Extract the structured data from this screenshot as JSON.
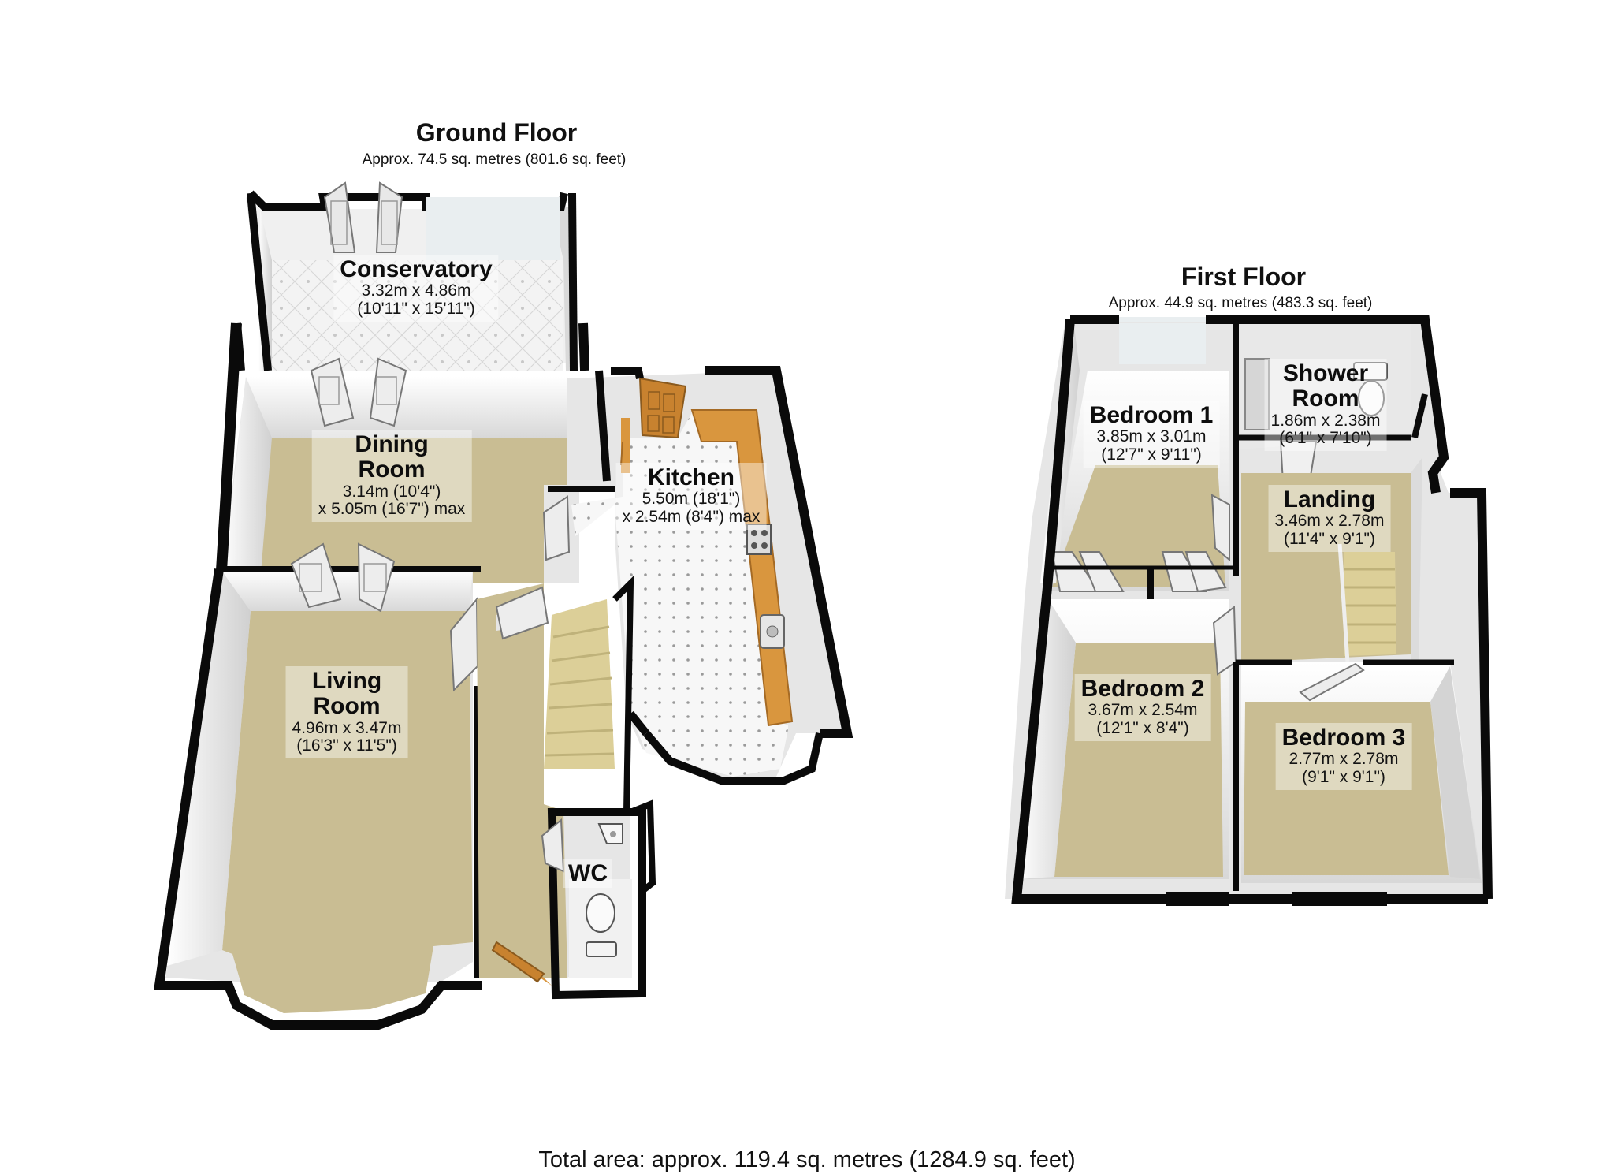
{
  "floors": {
    "ground": {
      "title": "Ground Floor",
      "area": "Approx. 74.5 sq. metres (801.6 sq. feet)"
    },
    "first": {
      "title": "First Floor",
      "area": "Approx. 44.9 sq. metres (483.3 sq. feet)"
    }
  },
  "rooms": {
    "conservatory": {
      "name": "Conservatory",
      "dim1": "3.32m x 4.86m",
      "dim2": "(10'11\" x 15'11\")"
    },
    "dining": {
      "name1": "Dining",
      "name2": "Room",
      "dim1": "3.14m (10'4\")",
      "dim2": "x 5.05m (16'7\") max"
    },
    "kitchen": {
      "name": "Kitchen",
      "dim1": "5.50m (18'1\")",
      "dim2": "x 2.54m (8'4\") max"
    },
    "living": {
      "name1": "Living",
      "name2": "Room",
      "dim1": "4.96m x 3.47m",
      "dim2": "(16'3\" x 11'5\")"
    },
    "wc": {
      "name": "WC"
    },
    "bedroom1": {
      "name": "Bedroom 1",
      "dim1": "3.85m x 3.01m",
      "dim2": "(12'7\" x 9'11\")"
    },
    "shower": {
      "name1": "Shower",
      "name2": "Room",
      "dim1": "1.86m x 2.38m",
      "dim2": "(6'1\" x 7'10\")"
    },
    "landing": {
      "name": "Landing",
      "dim1": "3.46m x 2.78m",
      "dim2": "(11'4\" x 9'1\")"
    },
    "bedroom2": {
      "name": "Bedroom 2",
      "dim1": "3.67m x 2.54m",
      "dim2": "(12'1\" x 8'4\")"
    },
    "bedroom3": {
      "name": "Bedroom 3",
      "dim1": "2.77m x 2.78m",
      "dim2": "(9'1\" x 9'1\")"
    }
  },
  "total_area": "Total area: approx. 119.4 sq. metres (1284.9 sq. feet)",
  "colors": {
    "wall": "#0a0a0a",
    "wall_face": "#e6e6e6",
    "carpet": "#c9bd93",
    "tile": "#f2f2f2",
    "worktop": "#d9963e",
    "stairs": "#dccf98"
  }
}
